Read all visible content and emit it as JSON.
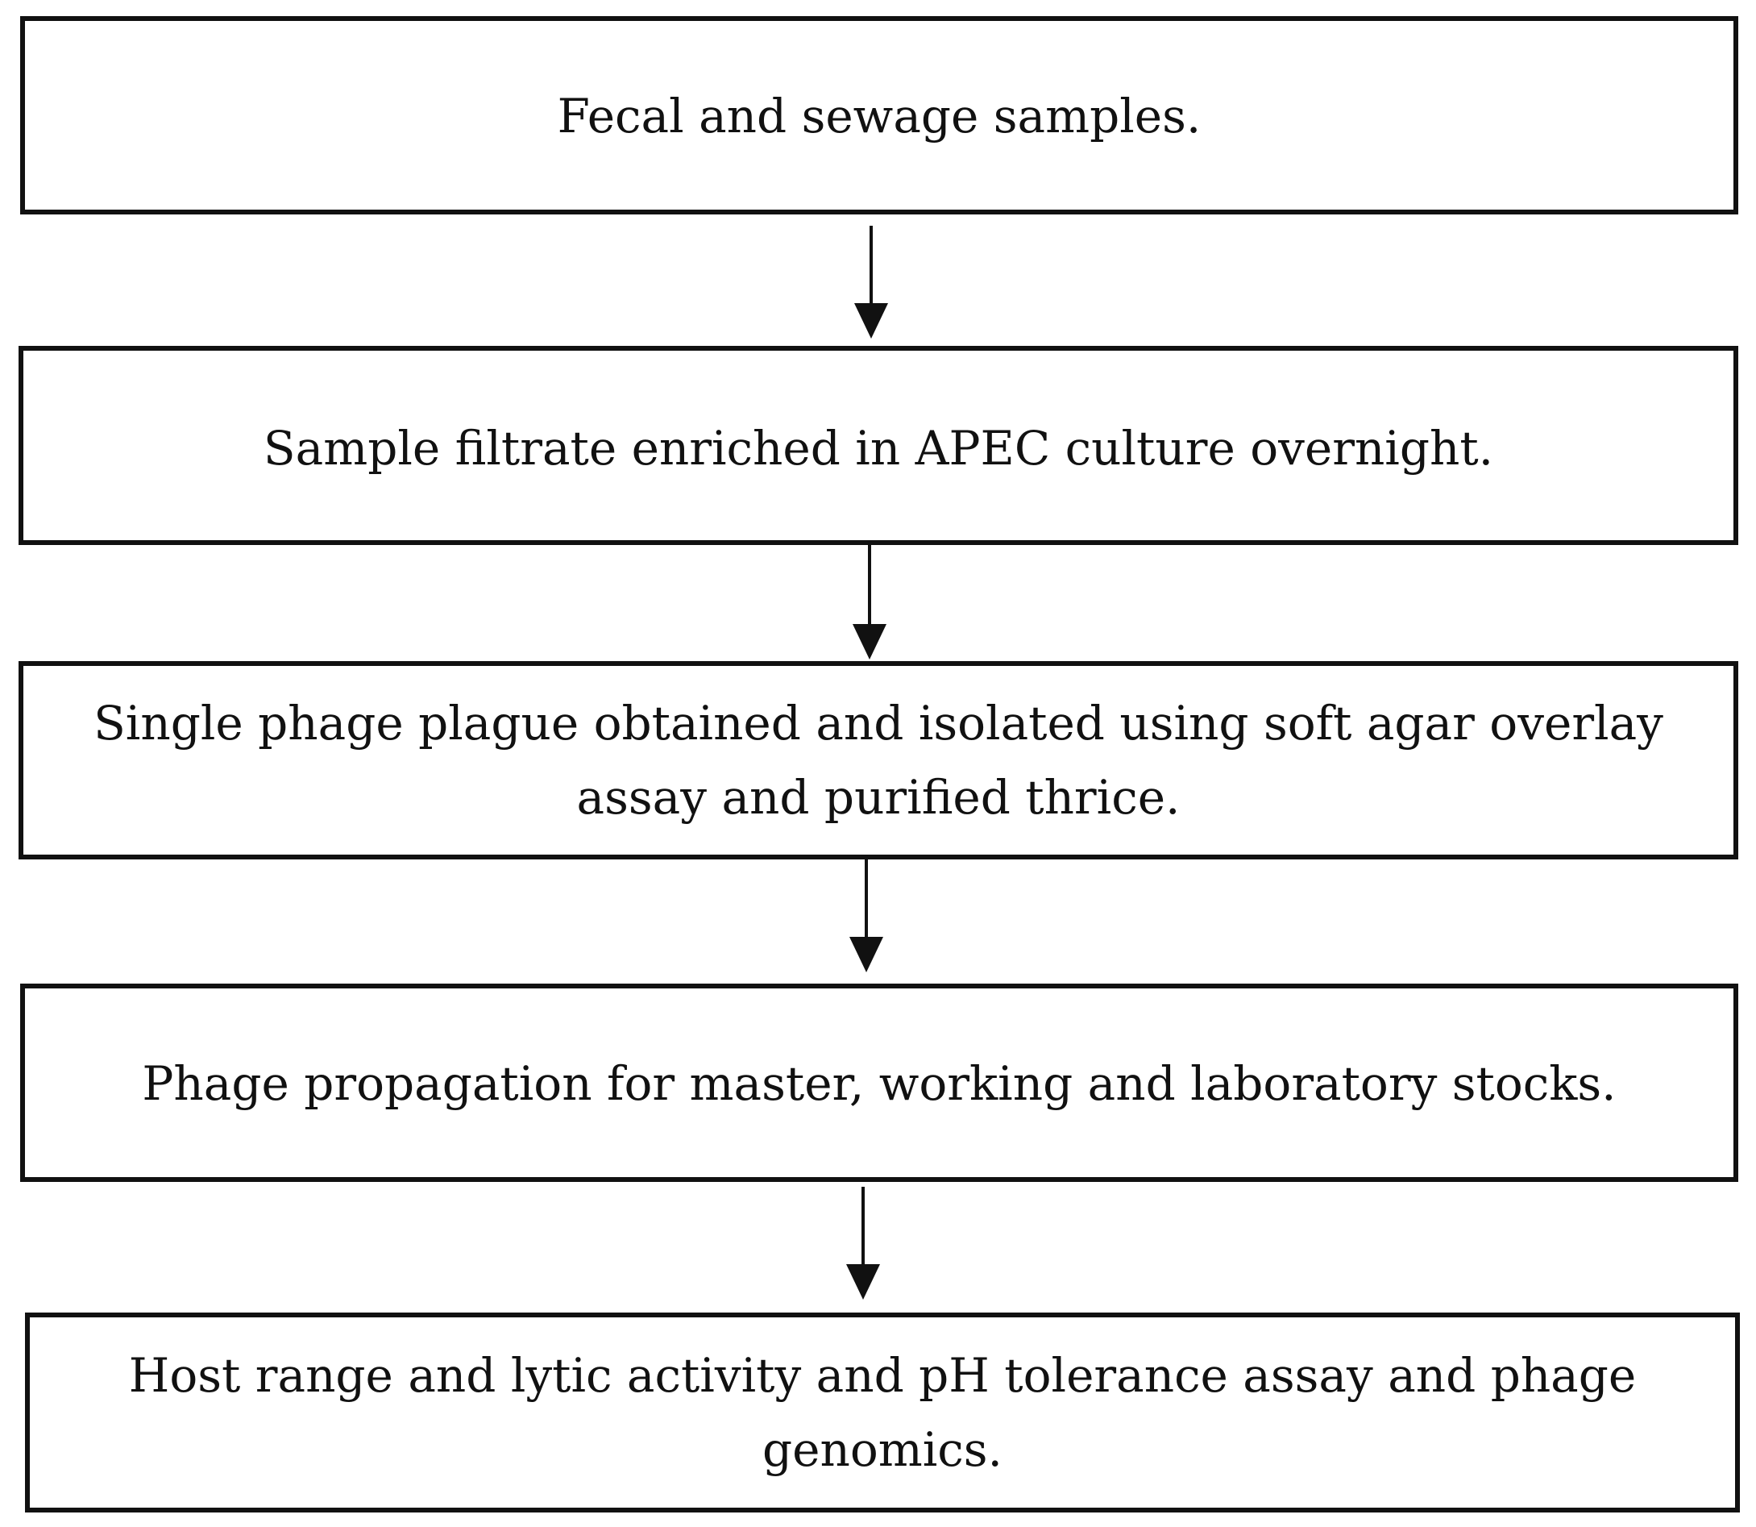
{
  "steps": [
    {
      "text": "Fecal and sewage samples."
    },
    {
      "text": "Sample filtrate enriched in APEC culture overnight."
    },
    {
      "text": "Single phage plague obtained and isolated using soft agar overlay assay and purified thrice."
    },
    {
      "text": "Phage propagation for master, working and laboratory stocks."
    },
    {
      "text": "Host range and lytic activity and pH tolerance assay and phage genomics."
    }
  ]
}
